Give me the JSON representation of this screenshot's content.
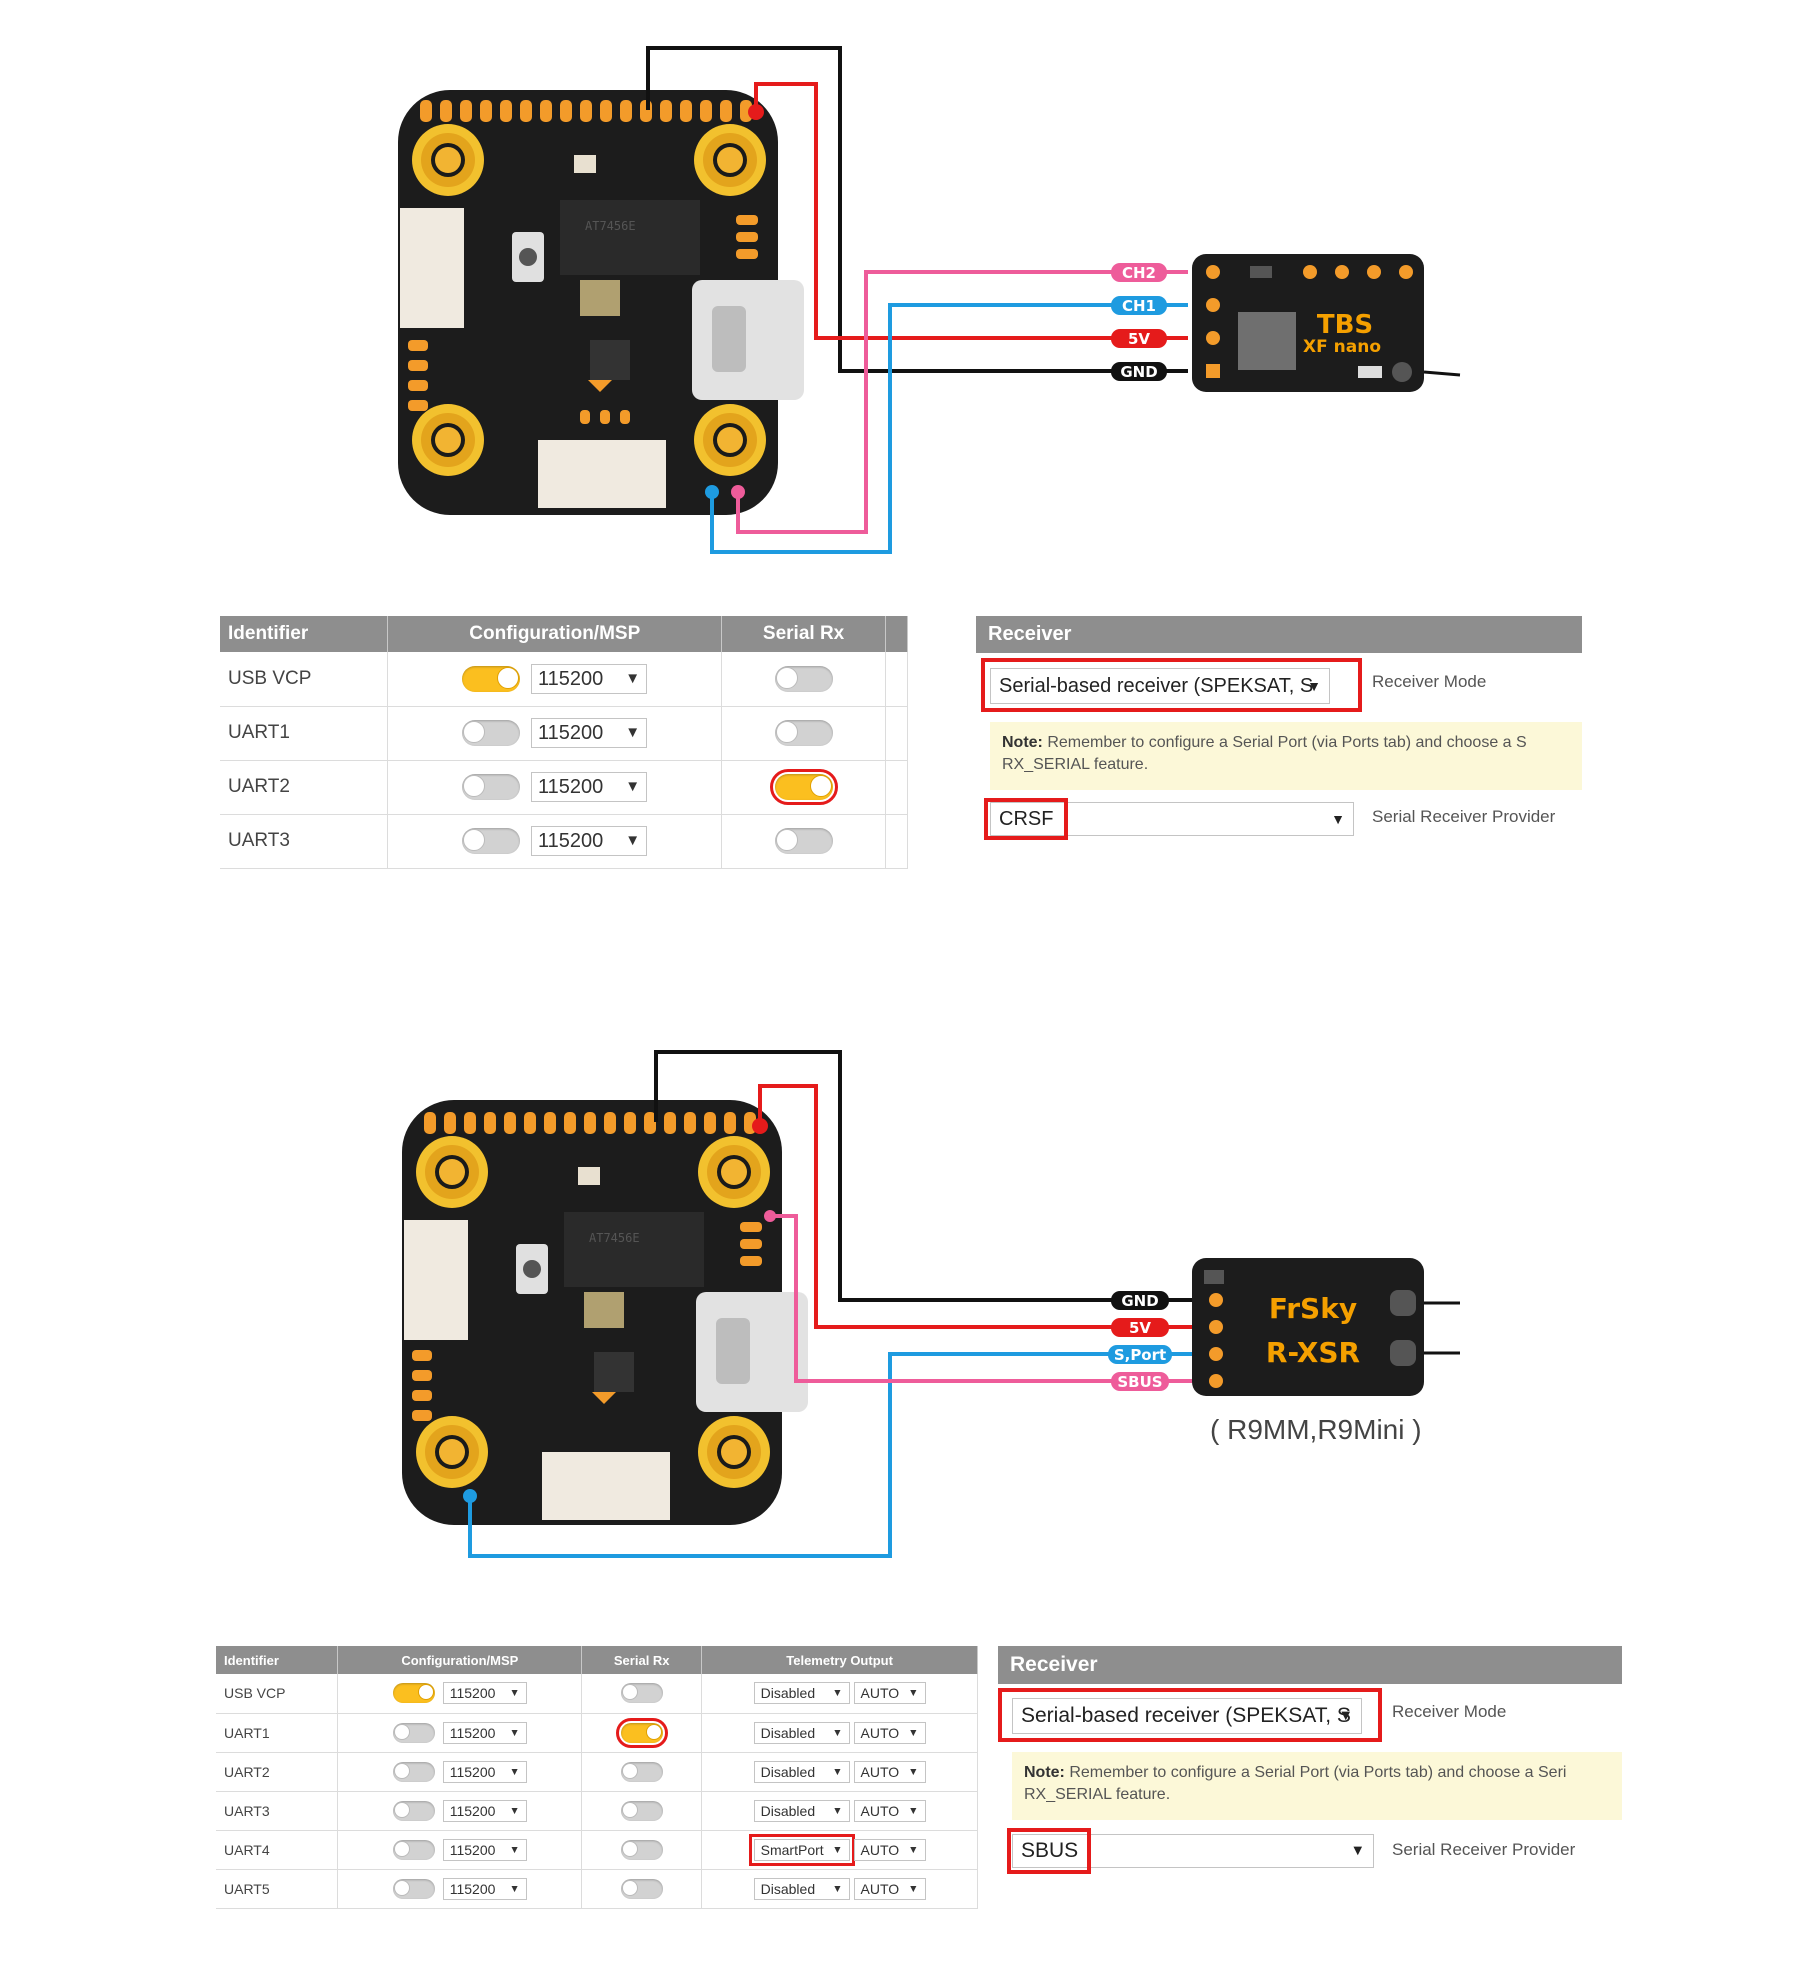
{
  "diagram1": {
    "receiver_logo": "TBS",
    "receiver_model": "XF nano",
    "pins": [
      "CH2",
      "CH1",
      "5V",
      "GND"
    ]
  },
  "diagram2": {
    "receiver_logo": "FrSky",
    "receiver_model": "R-XSR",
    "pins": [
      "GND",
      "5V",
      "S,Port",
      "SBUS"
    ],
    "caption": "( R9MM,R9Mini )"
  },
  "colors": {
    "red": "#e51b1b",
    "black": "#111111",
    "blue": "#1e9be0",
    "pink": "#ee5c9a",
    "accent": "#f5a000",
    "board": "#1c1c1c"
  },
  "ports1": {
    "headers": [
      "Identifier",
      "Configuration/MSP",
      "Serial Rx"
    ],
    "rows": [
      {
        "id": "USB VCP",
        "msp": true,
        "baud": "115200",
        "rx": false
      },
      {
        "id": "UART1",
        "msp": false,
        "baud": "115200",
        "rx": false
      },
      {
        "id": "UART2",
        "msp": false,
        "baud": "115200",
        "rx": true
      },
      {
        "id": "UART3",
        "msp": false,
        "baud": "115200",
        "rx": false
      }
    ]
  },
  "receiver1": {
    "title": "Receiver",
    "mode_value": "Serial-based receiver (SPEKSAT, S",
    "mode_label": "Receiver Mode",
    "note_bold": "Note:",
    "note_line1": " Remember to configure a Serial Port (via Ports tab) and choose a S",
    "note_line2": "RX_SERIAL feature.",
    "provider_value": "CRSF",
    "provider_label": "Serial Receiver Provider"
  },
  "ports2": {
    "headers": [
      "Identifier",
      "Configuration/MSP",
      "Serial Rx",
      "Telemetry Output"
    ],
    "rows": [
      {
        "id": "USB VCP",
        "msp": true,
        "baud": "115200",
        "rx": false,
        "telem": "Disabled",
        "auto": "AUTO"
      },
      {
        "id": "UART1",
        "msp": false,
        "baud": "115200",
        "rx": true,
        "telem": "Disabled",
        "auto": "AUTO"
      },
      {
        "id": "UART2",
        "msp": false,
        "baud": "115200",
        "rx": false,
        "telem": "Disabled",
        "auto": "AUTO"
      },
      {
        "id": "UART3",
        "msp": false,
        "baud": "115200",
        "rx": false,
        "telem": "Disabled",
        "auto": "AUTO"
      },
      {
        "id": "UART4",
        "msp": false,
        "baud": "115200",
        "rx": false,
        "telem": "SmartPort",
        "auto": "AUTO"
      },
      {
        "id": "UART5",
        "msp": false,
        "baud": "115200",
        "rx": false,
        "telem": "Disabled",
        "auto": "AUTO"
      }
    ]
  },
  "receiver2": {
    "title": "Receiver",
    "mode_value": "Serial-based receiver (SPEKSAT, S",
    "mode_label": "Receiver Mode",
    "note_bold": "Note:",
    "note_line1": " Remember to configure a Serial Port (via Ports tab) and choose a Seri",
    "note_line2": "RX_SERIAL feature.",
    "provider_value": "SBUS",
    "provider_label": "Serial Receiver Provider"
  }
}
